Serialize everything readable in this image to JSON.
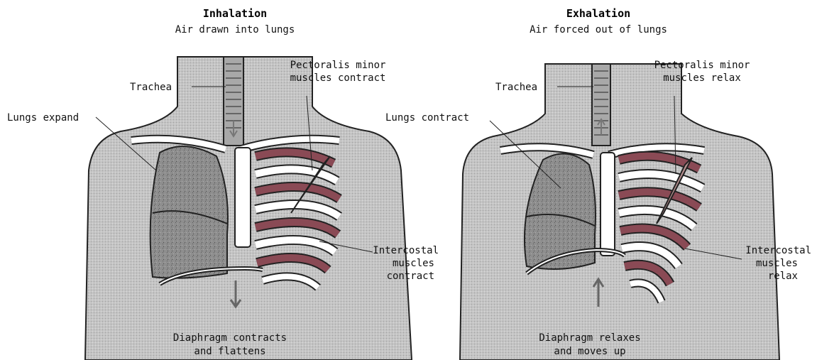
{
  "inhalation": {
    "title": "Inhalation",
    "subtitle": "Air drawn into lungs",
    "trachea": "Trachea",
    "lungs": "Lungs expand",
    "pectoralis": [
      "Pectoralis minor",
      "muscles contract"
    ],
    "intercostal": [
      "Intercostal",
      "muscles",
      "contract"
    ],
    "diaphragm": [
      "Diaphragm contracts",
      "and flattens"
    ]
  },
  "exhalation": {
    "title": "Exhalation",
    "subtitle": "Air forced out of lungs",
    "trachea": "Trachea",
    "lungs": "Lungs contract",
    "pectoralis": [
      "Pectoralis minor",
      "muscles relax"
    ],
    "intercostal": [
      "Intercostal",
      "muscles",
      "relax"
    ],
    "diaphragm": [
      "Diaphragm relaxes",
      "and moves up"
    ]
  },
  "colors": {
    "body": "#c8c8c8",
    "lung": "#8f8f8f",
    "intercostal": "#8a4a55",
    "bone": "#ffffff",
    "outline": "#222222"
  }
}
